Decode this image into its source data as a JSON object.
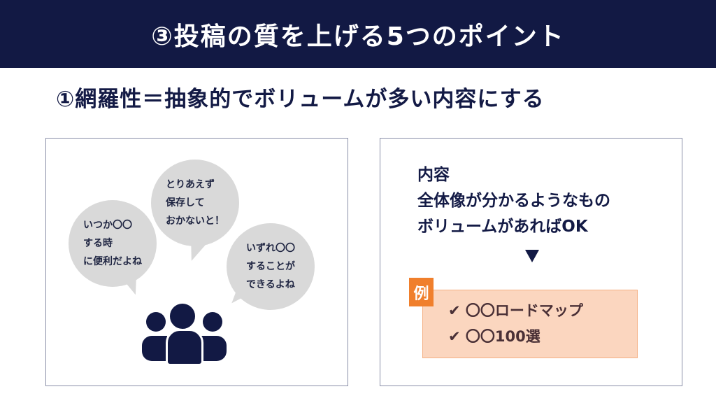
{
  "header": {
    "title": "③投稿の質を上げる5つのポイント"
  },
  "subtitle": "①網羅性＝抽象的でボリュームが多い内容にする",
  "left_panel": {
    "bubbles": [
      {
        "text": "いつか〇〇\nする時\nに便利だよね"
      },
      {
        "text": "とりあえず\n保存して\nおかないと！"
      },
      {
        "text": "いずれ〇〇\nすることが\nできるよね"
      }
    ]
  },
  "right_panel": {
    "lines": [
      "内容",
      "全体像が分かるようなもの",
      "ボリュームがあればOK"
    ],
    "example_tag": "例",
    "examples": [
      "✔ 〇〇ロードマップ",
      "✔ 〇〇100選"
    ]
  },
  "colors": {
    "navy": "#121944",
    "orange": "#f07f2c",
    "peach": "#fbd6bf",
    "bubble": "#d9d9d9"
  }
}
